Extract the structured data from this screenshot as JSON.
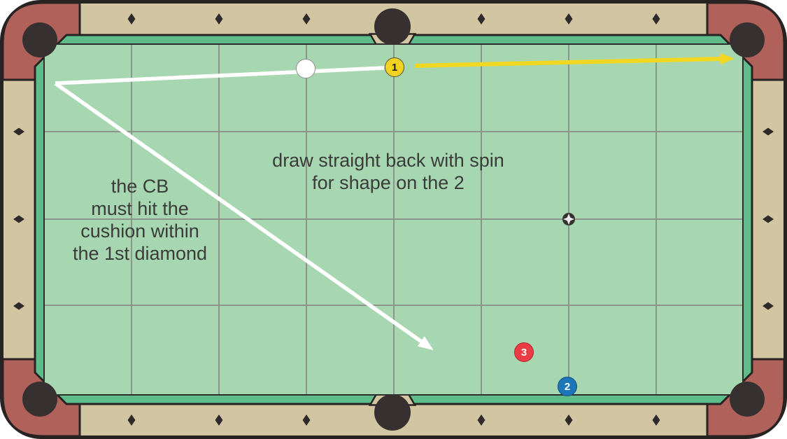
{
  "diagram": {
    "type": "billiards-instruction-diagram",
    "table": "pool table top view with sight diamonds, six pockets, 8x4 reference grid",
    "markers": {
      "spot": "target-spot-marker at grid intersection right-center",
      "cue_path": "white line from 1-ball through cue ball to left cushion, rebounding down-right with arrowhead",
      "object_ball_path": "yellow arrow from 1-ball into top-right corner pocket"
    }
  },
  "annotations": {
    "draw": {
      "line1": "draw straight back with spin",
      "line2": "for shape on the 2"
    },
    "cushion": {
      "line1": "the CB",
      "line2": "must hit the",
      "line3": "cushion within",
      "line4": "the 1st diamond"
    }
  },
  "balls": {
    "cue": {
      "label": "",
      "color": "#ffffff"
    },
    "one": {
      "label": "1",
      "color": "#f3d321"
    },
    "two": {
      "label": "2",
      "color": "#1d76b8"
    },
    "three": {
      "label": "3",
      "color": "#e93c45"
    }
  },
  "palette": {
    "rail": "#d2c5a2",
    "corner": "#b0615a",
    "cushion": "#60bc8b",
    "cloth": "#a7d7b1",
    "pocket": "#363030",
    "outline": "#282323",
    "grid": "#8c948c",
    "diamond": "#2e2a2b",
    "ink": "#3b3b3b",
    "pathWhite": "#ffffff",
    "pathYellow": "#f2d722",
    "cueWhite": "#ffffff",
    "ballYellow": "#f3d321",
    "ballBlue": "#1d76b8",
    "ballRed": "#e93c45"
  }
}
